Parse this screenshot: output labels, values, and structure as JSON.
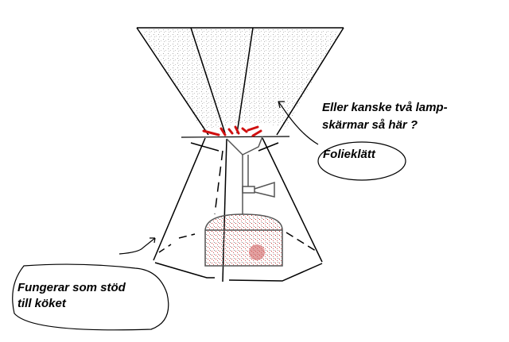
{
  "annotations": {
    "question_line1": "Eller kanske två lamp-",
    "question_line2": "skärmar så här ?",
    "foil_label": "Folieklätt",
    "support_line1": "Fungerar som stöd",
    "support_line2": "till köket"
  },
  "colors": {
    "ink": "#000000",
    "flame": "#d01010",
    "stipple": "#b8b8b8",
    "canister_dots": "#c03030"
  }
}
